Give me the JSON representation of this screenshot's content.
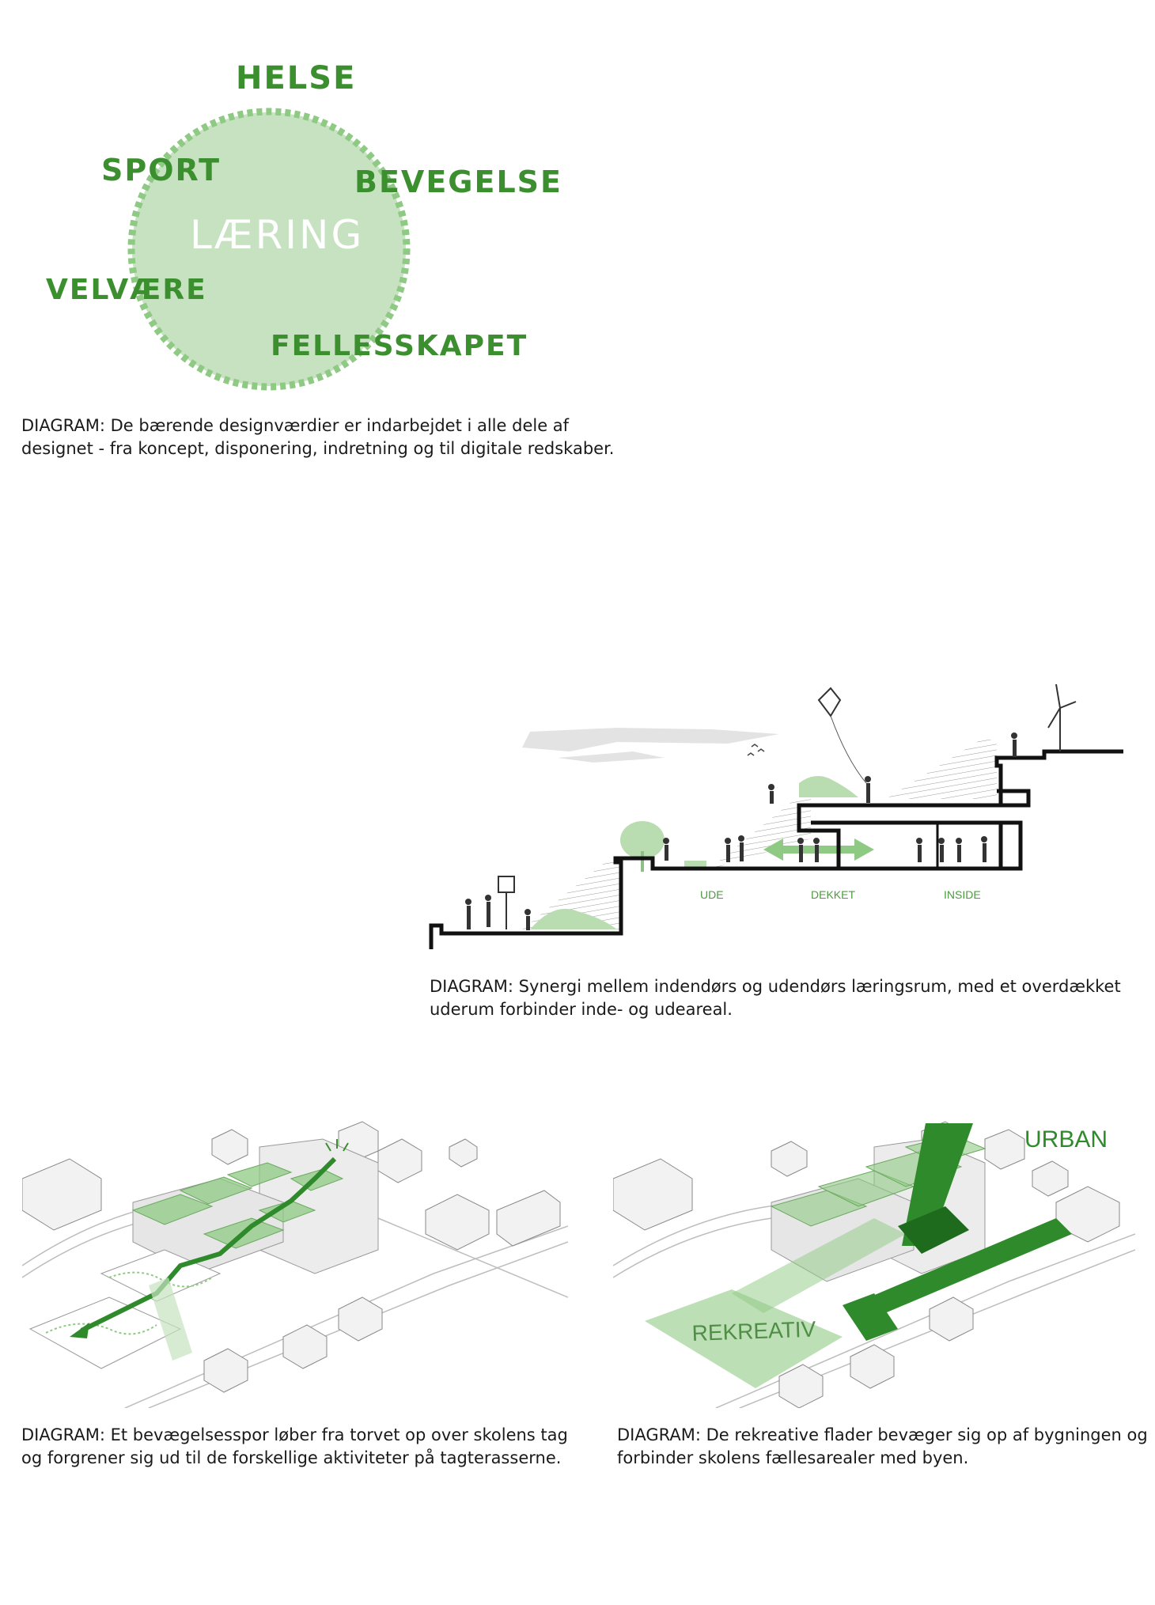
{
  "values_diagram": {
    "center_word": "LÆRING",
    "words": {
      "top": "HELSE",
      "upper_left": "SPORT",
      "right": "BEVEGELSE",
      "lower_left": "VELVÆRE",
      "bottom": "FELLESSKAPET"
    },
    "caption_lines": [
      "DIAGRAM: De bærende designværdier er indarbejdet i alle dele af",
      "designet - fra koncept, disponering, indretning og til digitale redskaber."
    ]
  },
  "section_diagram": {
    "zones": [
      "UDE",
      "DEKKET",
      "INSIDE"
    ],
    "caption_lines": [
      "DIAGRAM: Synergi mellem indendørs og udendørs læringsrum, med et overdækket",
      "uderum forbinder inde- og udeareal."
    ]
  },
  "movement_diagram": {
    "caption_lines": [
      "DIAGRAM: Et bevægelsesspor løber fra torvet op over skolens tag",
      "og forgrener sig ud til de forskellige aktiviteter på tagterasserne."
    ]
  },
  "urban_diagram": {
    "labels": {
      "urban": "URBAN",
      "recreational": "REKREATIV"
    },
    "caption_lines": [
      "DIAGRAM: De rekreative flader bevæger sig op af bygningen og",
      "forbinder skolens fællesarealer med byen."
    ]
  },
  "colors": {
    "accent_green": "#3c8f2f",
    "light_green": "#c6e2c0",
    "mid_green": "#8fca84",
    "dark_green": "#2e8a2a"
  }
}
